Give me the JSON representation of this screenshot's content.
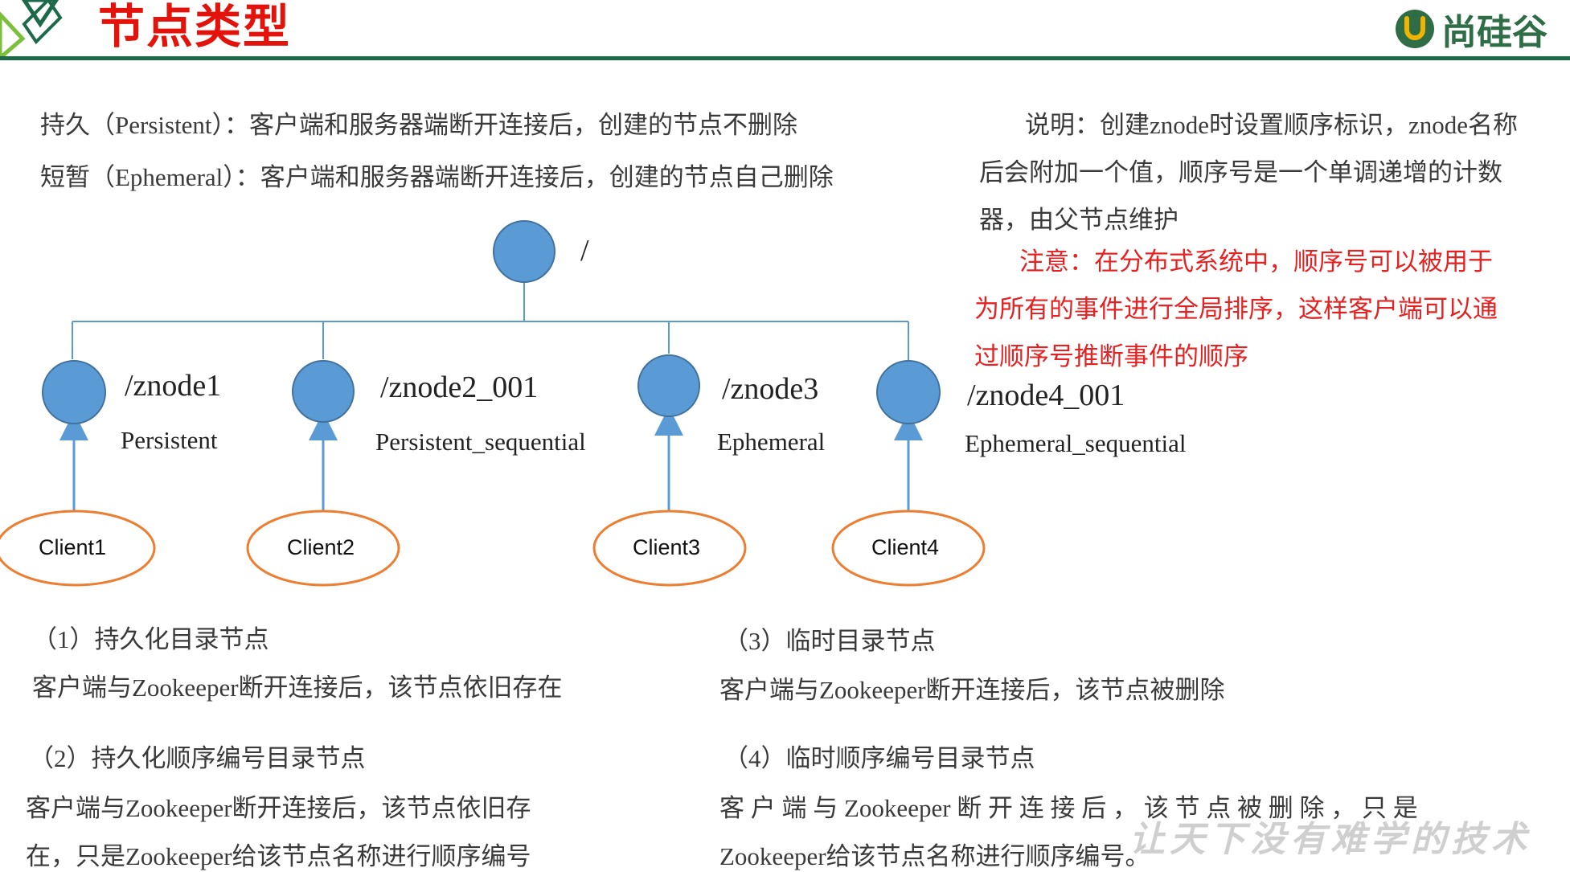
{
  "header": {
    "title": "节点类型",
    "brand_name": "尚硅谷",
    "accent_green": "#1c6a4a",
    "title_red": "#e3130c"
  },
  "definitions": {
    "persistent": "持久（Persistent）：客户端和服务器端断开连接后，创建的节点不删除",
    "ephemeral": "短暂（Ephemeral）：客户端和服务器端断开连接后，创建的节点自己删除"
  },
  "note": {
    "lines": [
      "说明：创建znode时设置顺序标识，znode名称",
      "后会附加一个值，顺序号是一个单调递增的计数",
      "器，由父节点维护"
    ],
    "warning_lines": [
      "注意：在分布式系统中，顺序号可以被用于",
      "为所有的事件进行全局排序，这样客户端可以通",
      "过顺序号推断事件的顺序"
    ],
    "warning_color": "#e52121"
  },
  "diagram": {
    "root_label": "/",
    "node_color": "#5b9bd5",
    "client_border_color": "#ed7d31",
    "nodes": [
      {
        "path": "/znode1",
        "type": "Persistent",
        "client": "Client1"
      },
      {
        "path": "/znode2_001",
        "type": "Persistent_sequential",
        "client": "Client2"
      },
      {
        "path": "/znode3",
        "type": "Ephemeral",
        "client": "Client3"
      },
      {
        "path": "/znode4_001",
        "type": "Ephemeral_sequential",
        "client": "Client4"
      }
    ]
  },
  "explanations": [
    {
      "heading": "（1）持久化目录节点",
      "lines": [
        "客户端与Zookeeper断开连接后，该节点依旧存在"
      ]
    },
    {
      "heading": "（2）持久化顺序编号目录节点",
      "lines": [
        "客户端与Zookeeper断开连接后，该节点依旧存",
        "在，只是Zookeeper给该节点名称进行顺序编号"
      ]
    },
    {
      "heading": "（3）临时目录节点",
      "lines": [
        "客户端与Zookeeper断开连接后，该节点被删除"
      ]
    },
    {
      "heading": "（4）临时顺序编号目录节点",
      "lines": [
        "客 户 端 与 Zookeeper 断 开 连 接 后 ， 该 节 点 被 删 除 ， 只 是",
        "Zookeeper给该节点名称进行顺序编号。"
      ]
    }
  ],
  "watermark": "让天下没有难学的技术"
}
